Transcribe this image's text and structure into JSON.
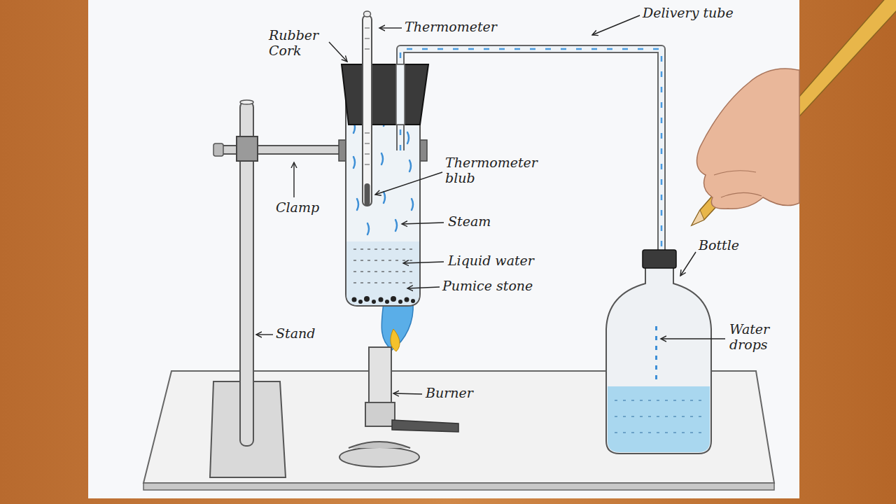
{
  "diagram": {
    "labels": [
      "Rubber Cork",
      "Thermometer",
      "Delivery tube",
      "Thermometer blub",
      "Clamp",
      "Steam",
      "Liquid water",
      "Pumice stone",
      "Stand",
      "Burner",
      "Bottle",
      "Water drops"
    ]
  }
}
